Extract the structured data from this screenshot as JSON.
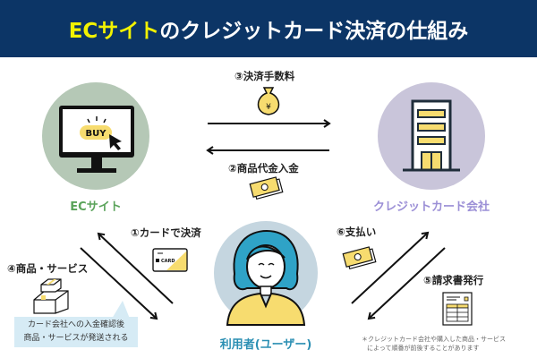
{
  "header": {
    "title_highlight": "ECサイト",
    "title_rest": "のクレジットカード決済の仕組み"
  },
  "nodes": {
    "ec_site": {
      "label": "ECサイト",
      "button_text": "BUY"
    },
    "card_company": {
      "label": "クレジットカード会社"
    },
    "user": {
      "label": "利用者(ユーザー)"
    }
  },
  "steps": {
    "s1": "①カードで決済",
    "s2": "②商品代金入金",
    "s3": "③決済手数料",
    "s4": "④商品・サービス",
    "s5": "⑤請求書発行",
    "s6": "⑥支払い"
  },
  "card_text": "CARD",
  "callout": {
    "line1": "カード会社への入金確認後",
    "line2": "商品・サービスが発送される"
  },
  "note": {
    "line1": "＊クレジットカード会社や購入した商品・サービス",
    "line2": "によって順番が前後することがあります"
  },
  "colors": {
    "header_bg": "#0c3566",
    "highlight": "#f2f200",
    "ec_circle": "#b5c8b6",
    "card_circle": "#c9c5da",
    "user_circle": "#c5d6e0",
    "ec_label": "#5aa35a",
    "card_label": "#9b8fd6",
    "user_label": "#2b8fb3",
    "accent_yellow": "#f7dc6f"
  }
}
